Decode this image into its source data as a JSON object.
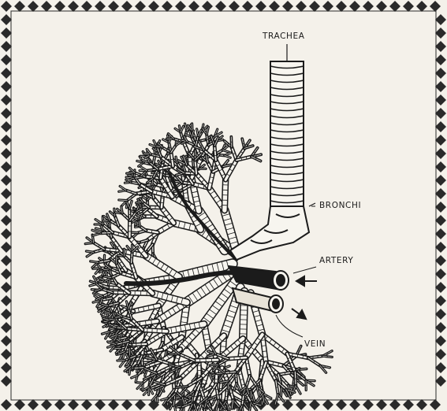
{
  "diagram": {
    "labels": {
      "trachea": "TRACHEA",
      "bronchi": "BRONCHI",
      "artery": "ARTERY",
      "vein": "VEIN"
    },
    "colors": {
      "paper": "#f4f1ea",
      "ink": "#1b1b1b",
      "border_diamond": "#2a2a2a"
    }
  }
}
